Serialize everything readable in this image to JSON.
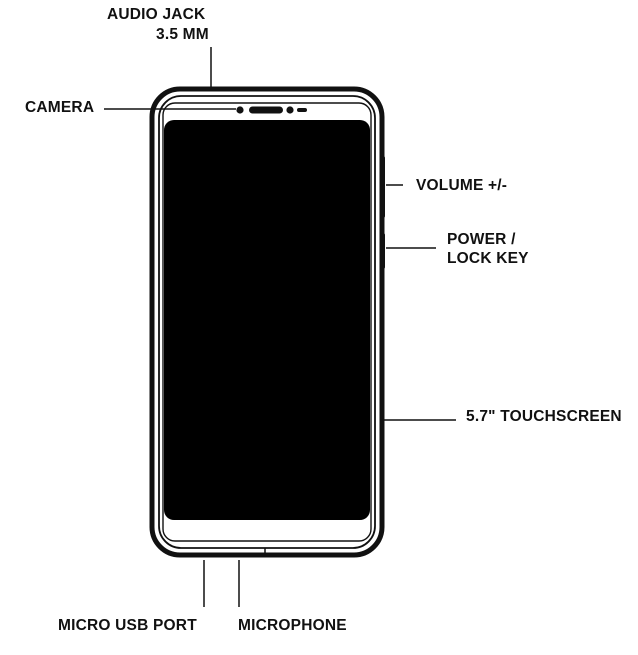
{
  "diagram": {
    "labels": {
      "audio_jack_line1": "AUDIO JACK",
      "audio_jack_line2": "3.5 MM",
      "camera": "CAMERA",
      "volume": "VOLUME +/-",
      "power_line1": "POWER /",
      "power_line2": "LOCK KEY",
      "touchscreen": "5.7\" TOUCHSCREEN",
      "micro_usb": "MICRO USB PORT",
      "microphone": "MICROPHONE"
    },
    "colors": {
      "outline": "#111111",
      "screen": "#000000",
      "background": "#ffffff"
    }
  }
}
